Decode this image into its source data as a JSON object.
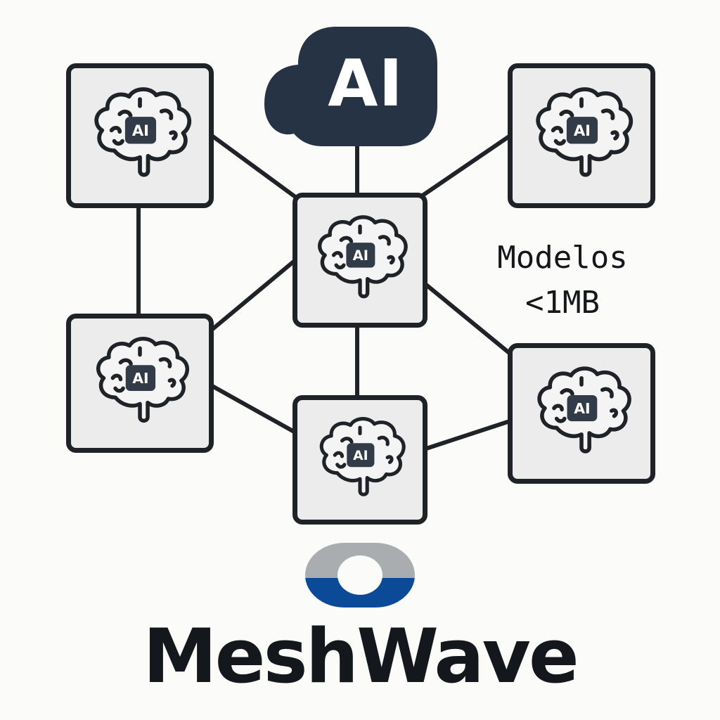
{
  "diagram": {
    "cloud_label": "AI",
    "model_note_line1": "Modelos",
    "model_note_line2": "<1MB",
    "node_chip_label": "AI",
    "nodes": [
      {
        "id": "top-left"
      },
      {
        "id": "top-right"
      },
      {
        "id": "center"
      },
      {
        "id": "mid-left"
      },
      {
        "id": "right"
      },
      {
        "id": "bottom"
      }
    ],
    "edges": [
      [
        "cloud",
        "center"
      ],
      [
        "top-left",
        "center"
      ],
      [
        "top-right",
        "center"
      ],
      [
        "top-left",
        "mid-left"
      ],
      [
        "center",
        "mid-left"
      ],
      [
        "center",
        "bottom"
      ],
      [
        "center",
        "right"
      ],
      [
        "mid-left",
        "bottom"
      ],
      [
        "bottom",
        "right"
      ]
    ]
  },
  "brand": {
    "name": "MeshWave",
    "logo_colors": {
      "top": "#a9adb0",
      "bottom": "#0b4a97"
    }
  },
  "colors": {
    "ink": "#1f2328",
    "cloud": "#253344",
    "chip": "#323c48",
    "node_fill": "#ececec"
  }
}
